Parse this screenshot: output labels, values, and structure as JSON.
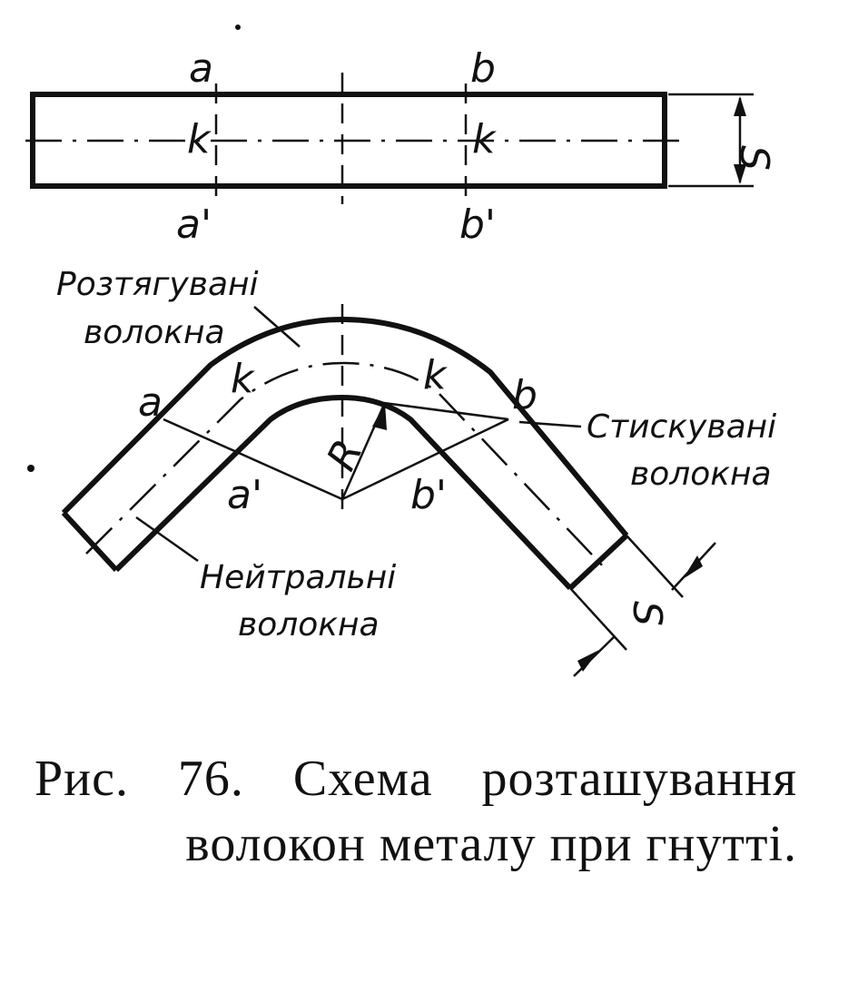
{
  "labels": {
    "a": "a",
    "b": "b",
    "a_prime": "a'",
    "b_prime": "b'",
    "k": "k",
    "s": "S",
    "r": "R"
  },
  "annotations": {
    "stretched_line1": "Розтягувані",
    "stretched_line2": "волокна",
    "compressed_line1": "Стискувані",
    "compressed_line2": "волокна",
    "neutral_line1": "Нейтральні",
    "neutral_line2": "волокна"
  },
  "caption": "Рис. 76. Схема розташування волокон металу при гнутті."
}
